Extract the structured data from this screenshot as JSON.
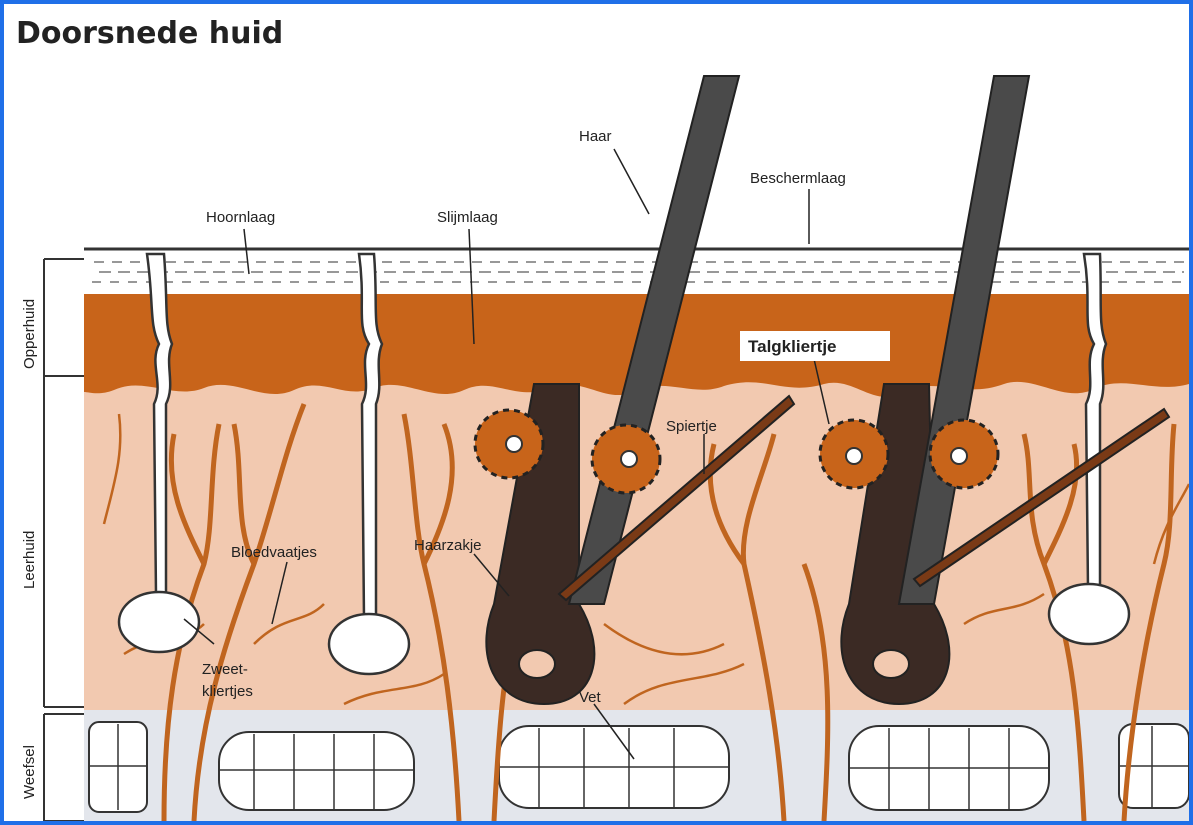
{
  "title": "Doorsnede huid",
  "layers": {
    "opperhuid": "Opperhuid",
    "leerhuid": "Leerhuid",
    "weefsel": "Weefsel"
  },
  "labels": {
    "haar": "Haar",
    "beschermlaag": "Beschermlaag",
    "hoornlaag": "Hoornlaag",
    "slijmlaag": "Slijmlaag",
    "talgkliertje": "Talgkliertje",
    "spiertje": "Spiertje",
    "bloedvaatjes": "Bloedvaatjes",
    "haarzakje": "Haarzakje",
    "zweetkliertjes_line1": "Zweet-",
    "zweetkliertjes_line2": "kliertjes",
    "vet": "Vet"
  },
  "colors": {
    "frame": "#1f6fe8",
    "slijmlaag": "#c8641a",
    "leerhuid": "#f2c9b0",
    "weefsel": "#e3e6ec",
    "vessel": "#c0651f",
    "hair": "#3b2a24"
  }
}
